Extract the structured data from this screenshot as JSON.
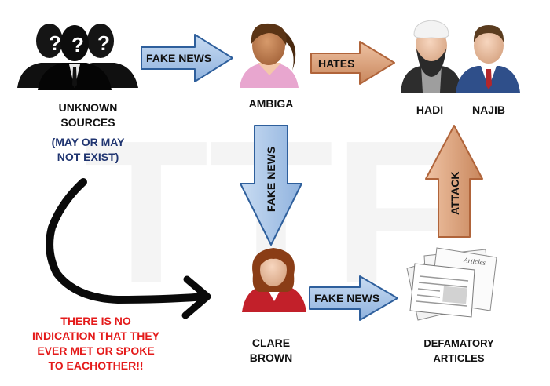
{
  "watermark": {
    "text": "TTF"
  },
  "nodes": {
    "unknown_sources": {
      "label_line1": "UNKNOWN",
      "label_line2": "SOURCES",
      "note_line1": "(MAY OR MAY",
      "note_line2": "NOT EXIST)"
    },
    "ambiga": {
      "label": "AMBIGA"
    },
    "hadi": {
      "label": "HADI"
    },
    "najib": {
      "label": "NAJIB"
    },
    "clare_brown": {
      "label_line1": "CLARE",
      "label_line2": "BROWN"
    },
    "articles": {
      "label_line1": "DEFAMATORY",
      "label_line2": "ARTICLES",
      "paper_caption": "Articles"
    }
  },
  "arrows": {
    "sources_to_ambiga": {
      "label": "FAKE NEWS"
    },
    "ambiga_to_hadi": {
      "label": "HATES"
    },
    "ambiga_to_clare": {
      "label": "FAKE NEWS"
    },
    "clare_to_articles": {
      "label": "FAKE NEWS"
    },
    "articles_to_hadi": {
      "label": "ATTACK"
    }
  },
  "annotation": {
    "line1": "THERE IS NO",
    "line2": "INDICATION THAT THEY",
    "line3": "EVER MET OR SPOKE",
    "line4": "TO EACHOTHER!!"
  },
  "colors": {
    "blue_arrow": "#a9c6e8",
    "orange_arrow": "#dba27d",
    "annotation_red": "#e41a1a",
    "note_blue": "#1f3470"
  },
  "icons": [
    "silhouette-person-icon",
    "woman-avatar-icon",
    "imam-avatar-icon",
    "businessman-avatar-icon",
    "articles-stack-icon"
  ]
}
